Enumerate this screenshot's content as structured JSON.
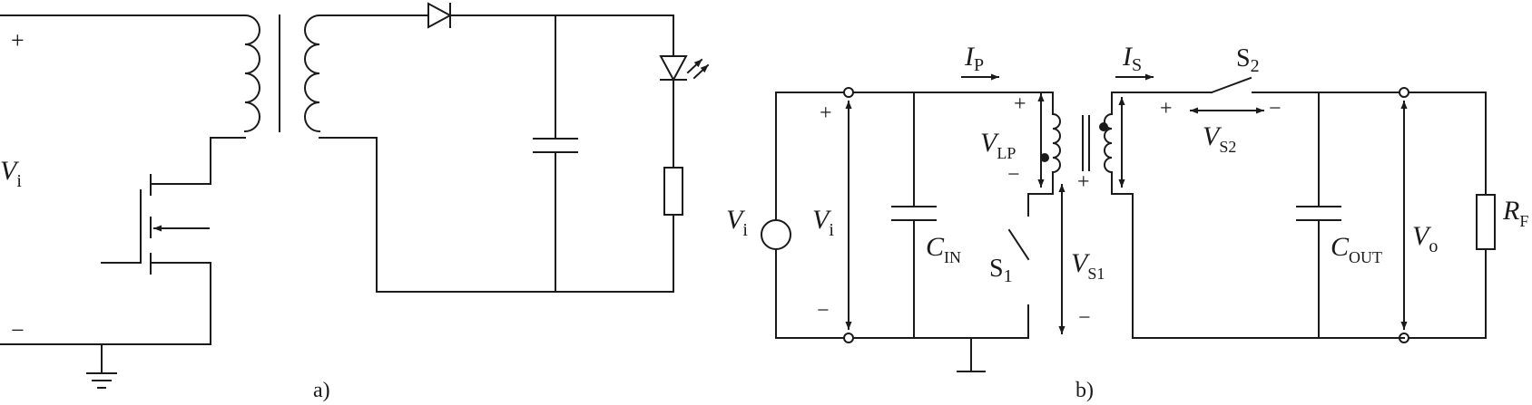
{
  "diagram_a": {
    "plus": "+",
    "minus": "−",
    "vi_main": "V",
    "vi_sub": "i",
    "caption": "a)"
  },
  "diagram_b": {
    "ip_main": "I",
    "ip_sub": "P",
    "is_main": "I",
    "is_sub": "S",
    "s2": "S",
    "s2_sub": "2",
    "source_main": "V",
    "source_sub": "i",
    "vi_main": "V",
    "vi_sub": "i",
    "vi_plus": "+",
    "vi_minus": "−",
    "cin_main": "C",
    "cin_sub": "IN",
    "vlp_main": "V",
    "vlp_sub": "LP",
    "vlp_plus": "+",
    "vlp_minus": "−",
    "sec_plus": "+",
    "s1": "S",
    "s1_sub": "1",
    "vs1_main": "V",
    "vs1_sub": "S1",
    "vs1_minus": "−",
    "vs2_plus": "+",
    "vs2_minus": "−",
    "vs2_main": "V",
    "vs2_sub": "S2",
    "cout_main": "C",
    "cout_sub": "OUT",
    "vo_main": "V",
    "vo_sub": "o",
    "rf_main": "R",
    "rf_sub": "F",
    "caption": "b)"
  }
}
